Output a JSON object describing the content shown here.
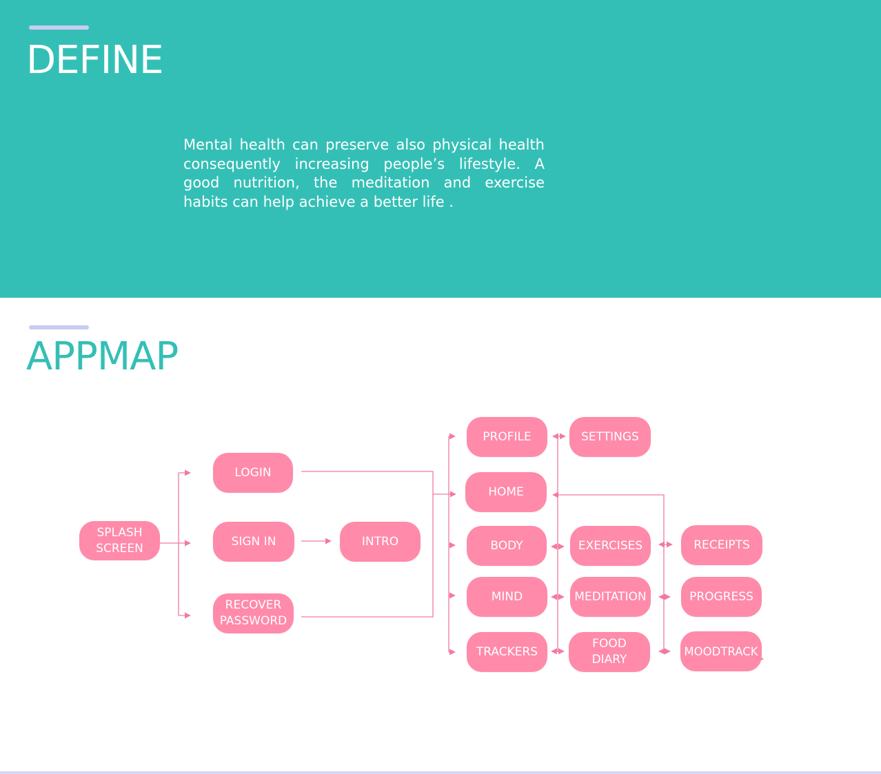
{
  "define": {
    "title": "DEFINE",
    "text": "Mental health can preserve also physical health consequently increasing people’s lifestyle. A good nutrition, the meditation and exercise habits can help achieve a better life ."
  },
  "appmap": {
    "title": "APPMAP",
    "nodes": {
      "splash": "SPLASH\nSCREEN",
      "login": "LOGIN",
      "signin": "SIGN IN",
      "recover": "RECOVER\nPASSWORD",
      "intro": "INTRO",
      "profile": "PROFILE",
      "settings": "SETTINGS",
      "home": "HOME",
      "body": "BODY",
      "exercises": "EXERCISES",
      "receipts": "RECEIPTS",
      "mind": "MIND",
      "meditation": "MEDITATION",
      "progress": "PROGRESS",
      "trackers": "TRACKERS",
      "food_diary": "FOOD\nDIARY",
      "moodtrack": "MOODTRACK"
    }
  },
  "colors": {
    "teal": "#34bfb6",
    "pink": "#ff8aaa",
    "accent": "#c9cdf0"
  }
}
